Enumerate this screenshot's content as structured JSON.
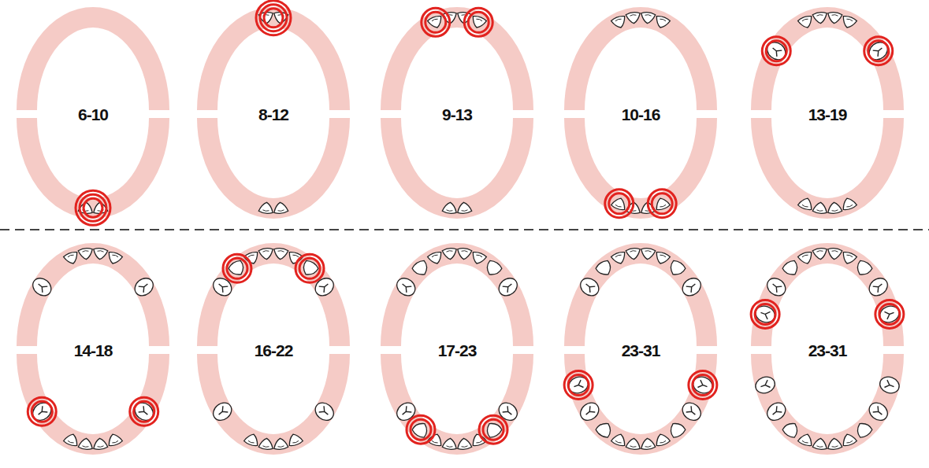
{
  "diagram": {
    "labels": [
      "6-10",
      "8-12",
      "9-13",
      "10-16",
      "13-19",
      "14-18",
      "16-22",
      "17-23",
      "23-31",
      "23-31"
    ]
  }
}
